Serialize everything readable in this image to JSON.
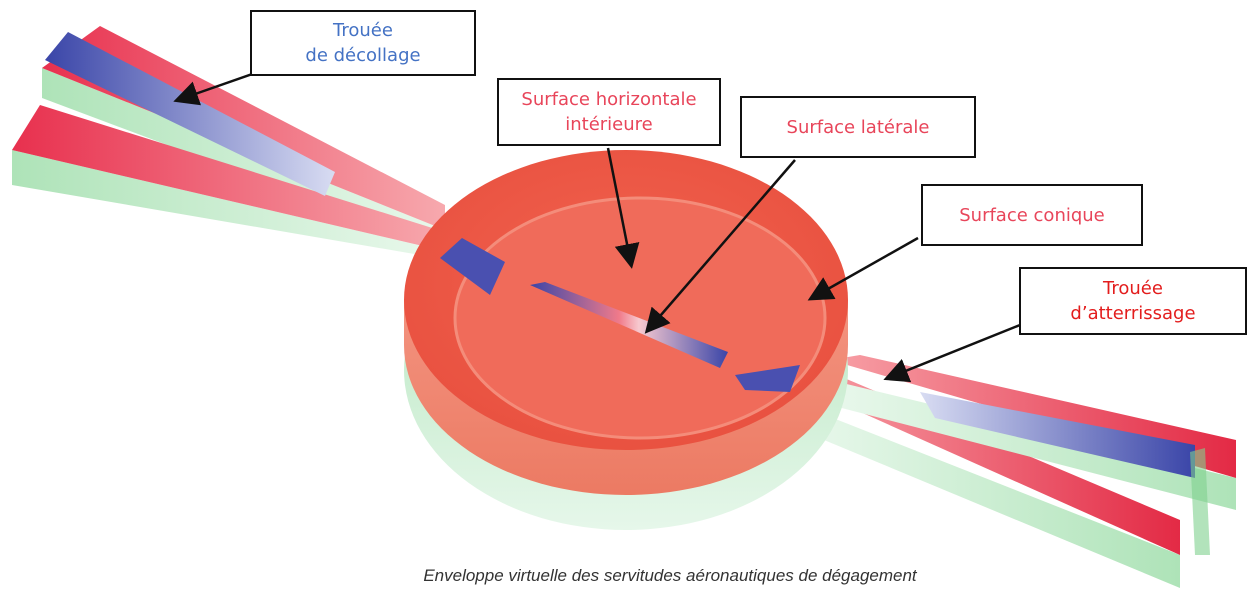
{
  "colors": {
    "takeoff_text": "#4472c4",
    "surface_text": "#e8455a",
    "landing_text": "#e31d1d",
    "box_border": "#111111",
    "caption_text": "#333333"
  },
  "labels": {
    "takeoff": {
      "line1": "Trouée",
      "line2": "de décollage"
    },
    "inner_horizontal": {
      "line1": "Surface horizontale",
      "line2": "intérieure"
    },
    "lateral": {
      "text": "Surface latérale"
    },
    "conical": {
      "text": "Surface conique"
    },
    "landing": {
      "line1": "Trouée",
      "line2": "d’atterrissage"
    }
  },
  "caption": "Enveloppe virtuelle des servitudes aéronautiques de dégagement"
}
